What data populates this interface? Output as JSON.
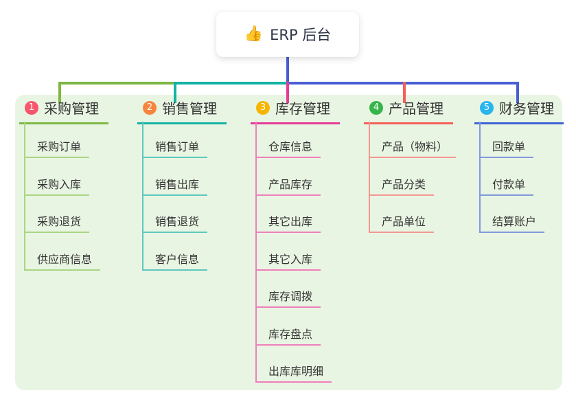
{
  "root": {
    "icon": "👍",
    "label": "ERP 后台"
  },
  "colors": {
    "panel_bg": "#e9f5e3",
    "root_line": "#4a5ed4",
    "text": "#333333"
  },
  "branches": [
    {
      "num": "1",
      "title": "采购管理",
      "badge_color": "#f8566c",
      "line_color": "#7db843",
      "child_line_color": "#a9d584",
      "children": [
        "采购订单",
        "采购入库",
        "采购退货",
        "供应商信息"
      ]
    },
    {
      "num": "2",
      "title": "销售管理",
      "badge_color": "#f8853e",
      "line_color": "#14b2a5",
      "child_line_color": "#5cc8bd",
      "children": [
        "销售订单",
        "销售出库",
        "销售退货",
        "客户信息"
      ]
    },
    {
      "num": "3",
      "title": "库存管理",
      "badge_color": "#f7b500",
      "line_color": "#e43b97",
      "child_line_color": "#ef7fbb",
      "children": [
        "仓库信息",
        "产品库存",
        "其它出库",
        "其它入库",
        "库存调拨",
        "库存盘点",
        "出库库明细"
      ]
    },
    {
      "num": "4",
      "title": "产品管理",
      "badge_color": "#35b54a",
      "line_color": "#f55e59",
      "child_line_color": "#f49791",
      "children": [
        "产品（物料）",
        "产品分类",
        "产品单位"
      ]
    },
    {
      "num": "5",
      "title": "财务管理",
      "badge_color": "#28b5f0",
      "line_color": "#3e62d3",
      "child_line_color": "#8099dd",
      "children": [
        "回款单",
        "付款单",
        "结算账户"
      ]
    }
  ]
}
